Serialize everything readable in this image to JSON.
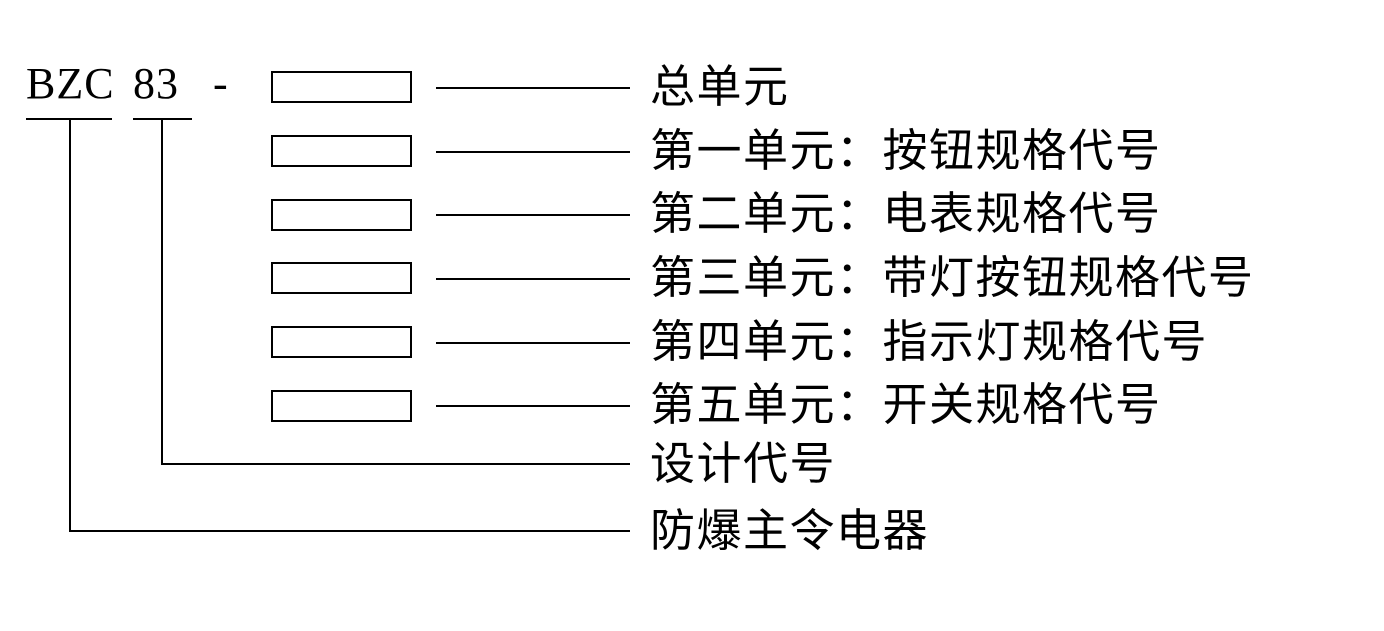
{
  "diagram": {
    "title_code": {
      "series": "BZC",
      "design_number": "83",
      "separator": "-"
    },
    "units": [
      {
        "box_label": "",
        "connector_label": "总单元"
      },
      {
        "box_label": "",
        "connector_label": "第一单元：按钮规格代号"
      },
      {
        "box_label": "",
        "connector_label": "第二单元：电表规格代号"
      },
      {
        "box_label": "",
        "connector_label": "第三单元：带灯按钮规格代号"
      },
      {
        "box_label": "",
        "connector_label": "第四单元：指示灯规格代号"
      },
      {
        "box_label": "",
        "connector_label": "第五单元：开关规格代号"
      }
    ],
    "root_labels": [
      {
        "label": "设计代号"
      },
      {
        "label": "防爆主令电器"
      }
    ],
    "colors": {
      "line": "#000000",
      "background": "#ffffff",
      "text": "#000000"
    }
  }
}
